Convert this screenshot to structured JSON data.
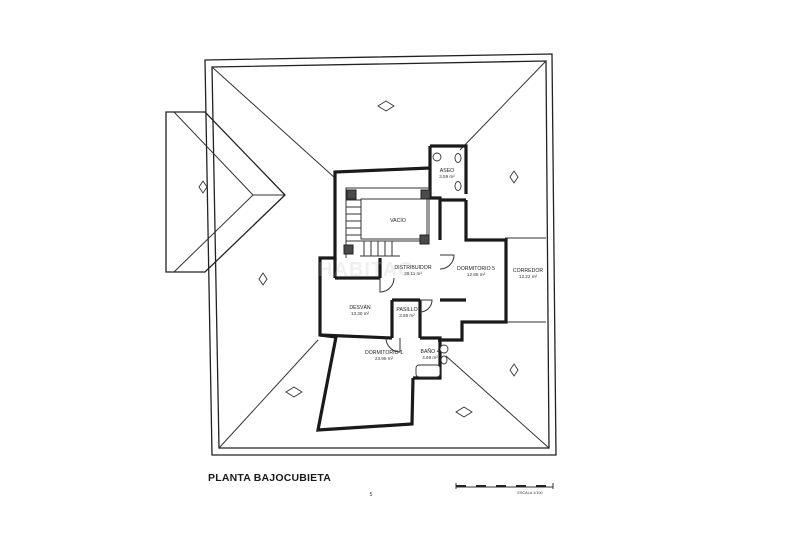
{
  "plan_title": "PLANTA BAJOCUBIETA",
  "page_number": "5",
  "scale_label": "ESCALA 1/100",
  "watermark": "HABITAC",
  "rooms": [
    {
      "id": "aseo",
      "name": "ASEO",
      "area": "3.59 m²"
    },
    {
      "id": "vacio",
      "name": "VACÍO",
      "area": ""
    },
    {
      "id": "distribuidor",
      "name": "DISTRIBUIDOR",
      "area": "28.11 m²"
    },
    {
      "id": "dormitorio-5",
      "name": "DORMITORIO 5",
      "area": "12.85 m²"
    },
    {
      "id": "corredor",
      "name": "CORREDOR",
      "area": "12.22 m²"
    },
    {
      "id": "desvan",
      "name": "DESVÁN",
      "area": "13.30 m²"
    },
    {
      "id": "pasillo",
      "name": "PASILLO",
      "area": "3.85 m²"
    },
    {
      "id": "dormitorio-1",
      "name": "DORMITORIO 1",
      "area": "23.95 m²"
    },
    {
      "id": "bano-4",
      "name": "BAÑO 4",
      "area": "4.69 m²"
    }
  ]
}
